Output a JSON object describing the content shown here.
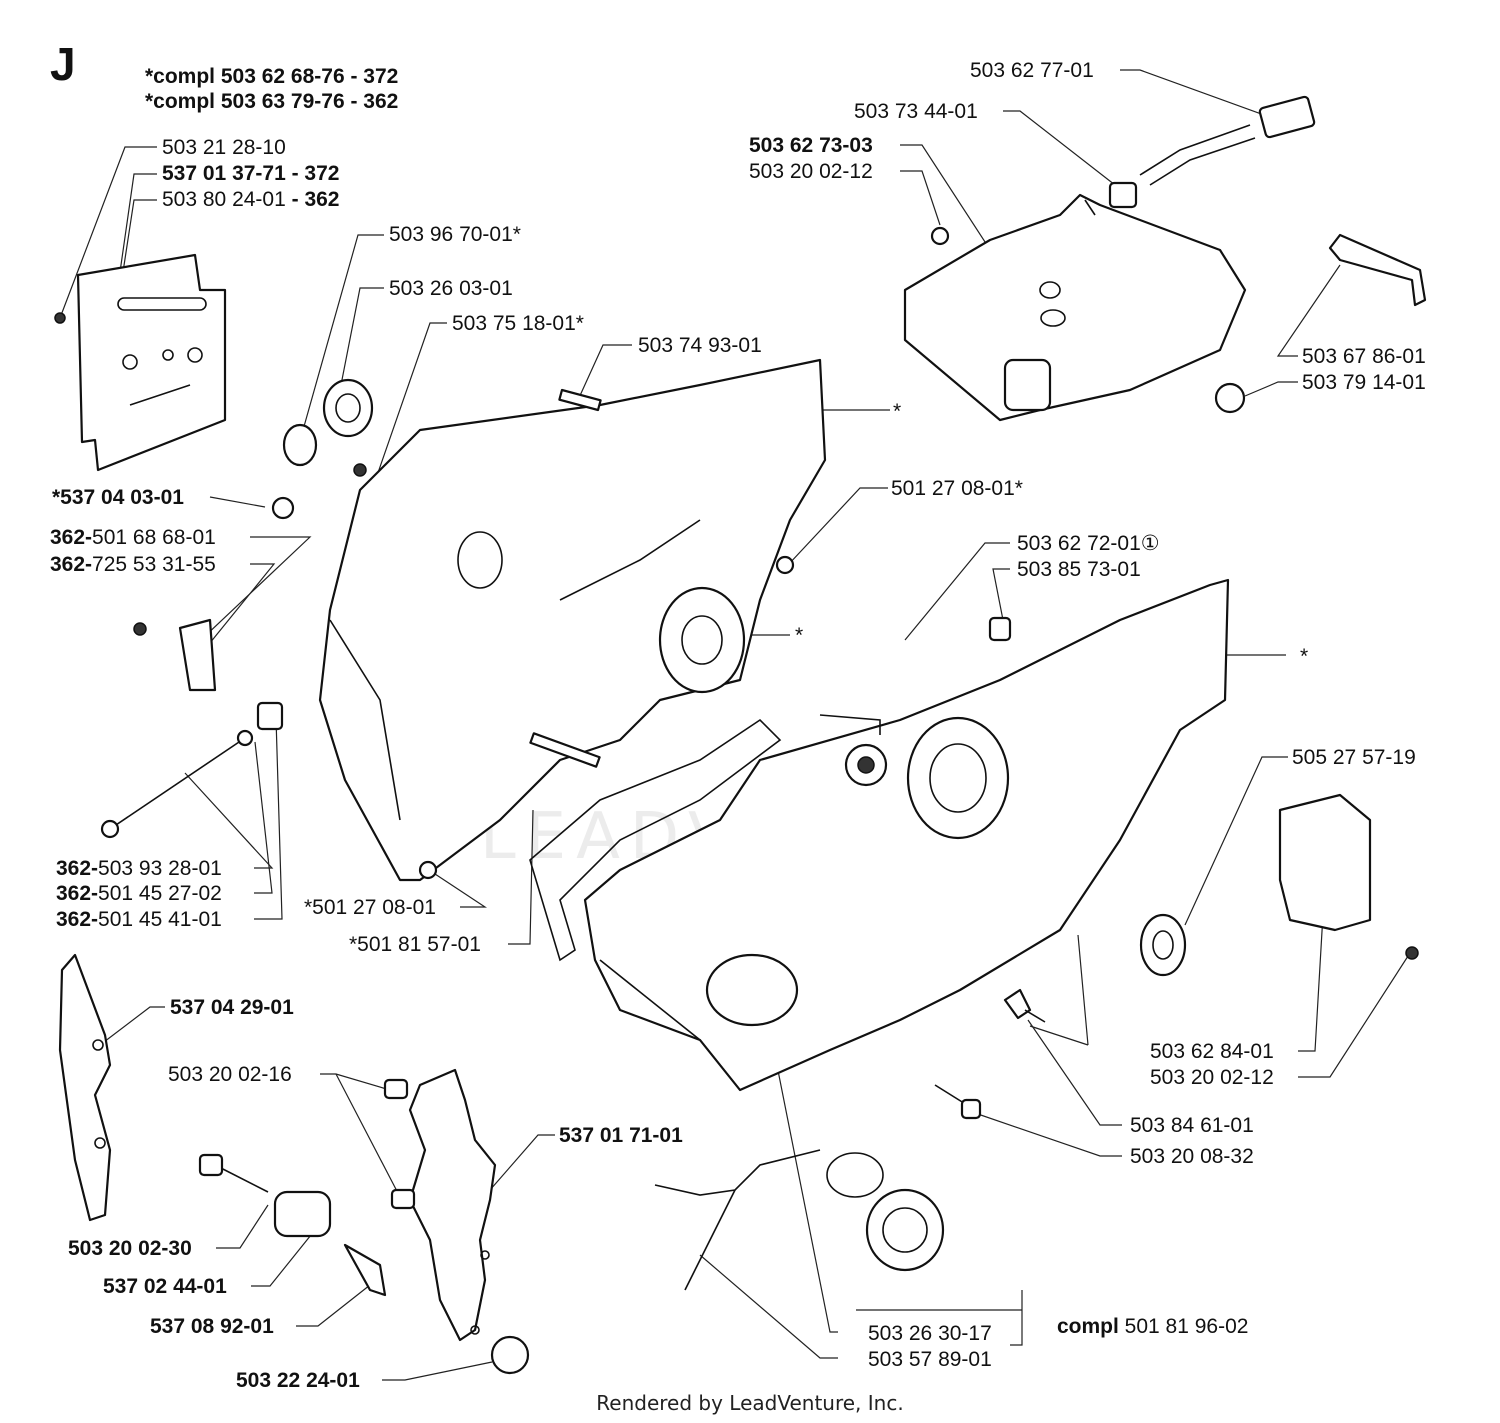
{
  "diagram": {
    "section": "J",
    "footer": "Rendered by LeadVenture, Inc.",
    "watermark": "LEADVENTURE",
    "header": {
      "line1": "*compl 503 62 68-76 - 372",
      "line2": "*compl 503 63 79-76 - 362"
    },
    "labels": {
      "p1": "503 21 28-10",
      "p2": "537 01 37-71 - 372",
      "p3a": "503 80 24-01",
      "p3b": " - 362",
      "p4": "503 96 70-01*",
      "p5": "503 26 03-01",
      "p6": "503 75 18-01*",
      "p7": "503 74 93-01",
      "p8": "*",
      "p9": "*537 04 03-01",
      "p10a": "362-",
      "p10b": "501 68 68-01",
      "p11a": "362-",
      "p11b": "725 53 31-55",
      "p12": "501 27 08-01*",
      "p13": "503 62 72-01",
      "p13c": "①",
      "p14": "503 85 73-01",
      "p15": "*",
      "p16": "*",
      "p17": "503 62 77-01",
      "p18": "503 73 44-01",
      "p19": "503 62 73-03",
      "p20": "503 20 02-12",
      "p21": "503 67 86-01",
      "p22": "503 79 14-01",
      "p23": "505 27 57-19",
      "p24a": "362-",
      "p24b": "503 93 28-01",
      "p25a": "362-",
      "p25b": "501 45 27-02",
      "p26a": "362-",
      "p26b": "501 45 41-01",
      "p27": "*501 27 08-01",
      "p28": "*501 81 57-01",
      "p29": "537 04 29-01",
      "p30": "503 20 02-16",
      "p31": "537 01 71-01",
      "p32": "503 20 02-30",
      "p33": "537 02 44-01",
      "p34": "537 08 92-01",
      "p35": "503 22 24-01",
      "p36": "503 62 84-01",
      "p37": "503 20 02-12",
      "p38": "503 84 61-01",
      "p39": "503 20 08-32",
      "p40a": "compl",
      "p40b": " 501 81 96-02",
      "p41": "503 26 30-17",
      "p42": "503 57 89-01"
    }
  }
}
